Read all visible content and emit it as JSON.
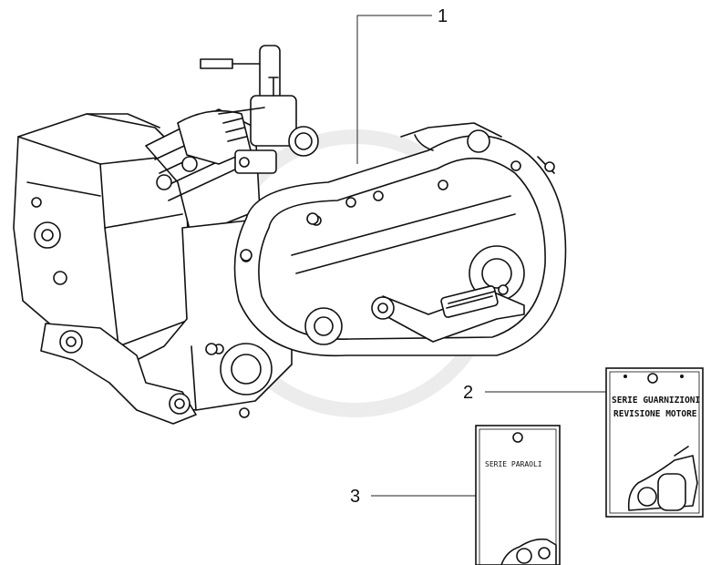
{
  "callouts": [
    {
      "id": "1",
      "label": "1"
    },
    {
      "id": "2",
      "label": "2"
    },
    {
      "id": "3",
      "label": "3"
    }
  ],
  "packages": {
    "gasket_kit": {
      "line1": "SERIE GUARNIZIONI",
      "line2": "REVISIONE MOTORE"
    },
    "oil_seal_kit": {
      "line1": "SERIE PARAOLI"
    }
  },
  "colors": {
    "line": "#111111",
    "background": "#ffffff",
    "watermark": "#dddddd"
  }
}
